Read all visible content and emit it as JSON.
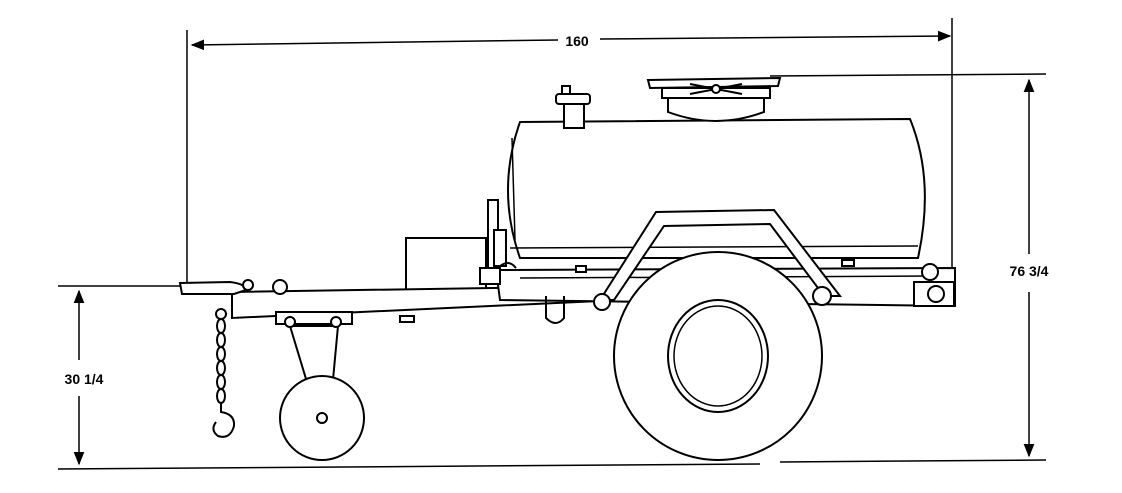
{
  "dimensions": {
    "overall_length": "160",
    "overall_height": "76 3/4",
    "lunette_height": "30 1/4"
  },
  "colors": {
    "line": "#000000",
    "background": "#ffffff"
  }
}
